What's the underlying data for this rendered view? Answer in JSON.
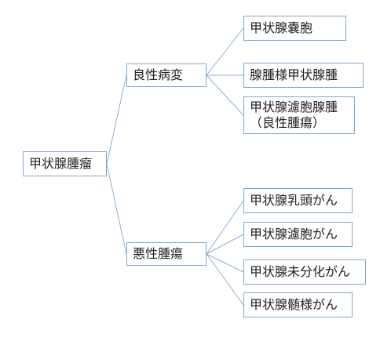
{
  "diagram": {
    "root": {
      "label": "甲状腺腫瘤"
    },
    "benign": {
      "label": "良性病変",
      "children": [
        {
          "label": "甲状腺嚢胞"
        },
        {
          "label": "腺腫様甲状腺腫"
        },
        {
          "label": "甲状腺濾胞腺腫",
          "note": "（良性腫瘍）"
        }
      ]
    },
    "malignant": {
      "label": "悪性腫瘍",
      "children": [
        {
          "label": "甲状腺乳頭がん"
        },
        {
          "label": "甲状腺濾胞がん"
        },
        {
          "label": "甲状腺未分化がん"
        },
        {
          "label": "甲状腺髄様がん"
        }
      ]
    }
  },
  "colors": {
    "line": "#8ab0d6",
    "box_border": "#7fa7d1",
    "text": "#222222"
  }
}
